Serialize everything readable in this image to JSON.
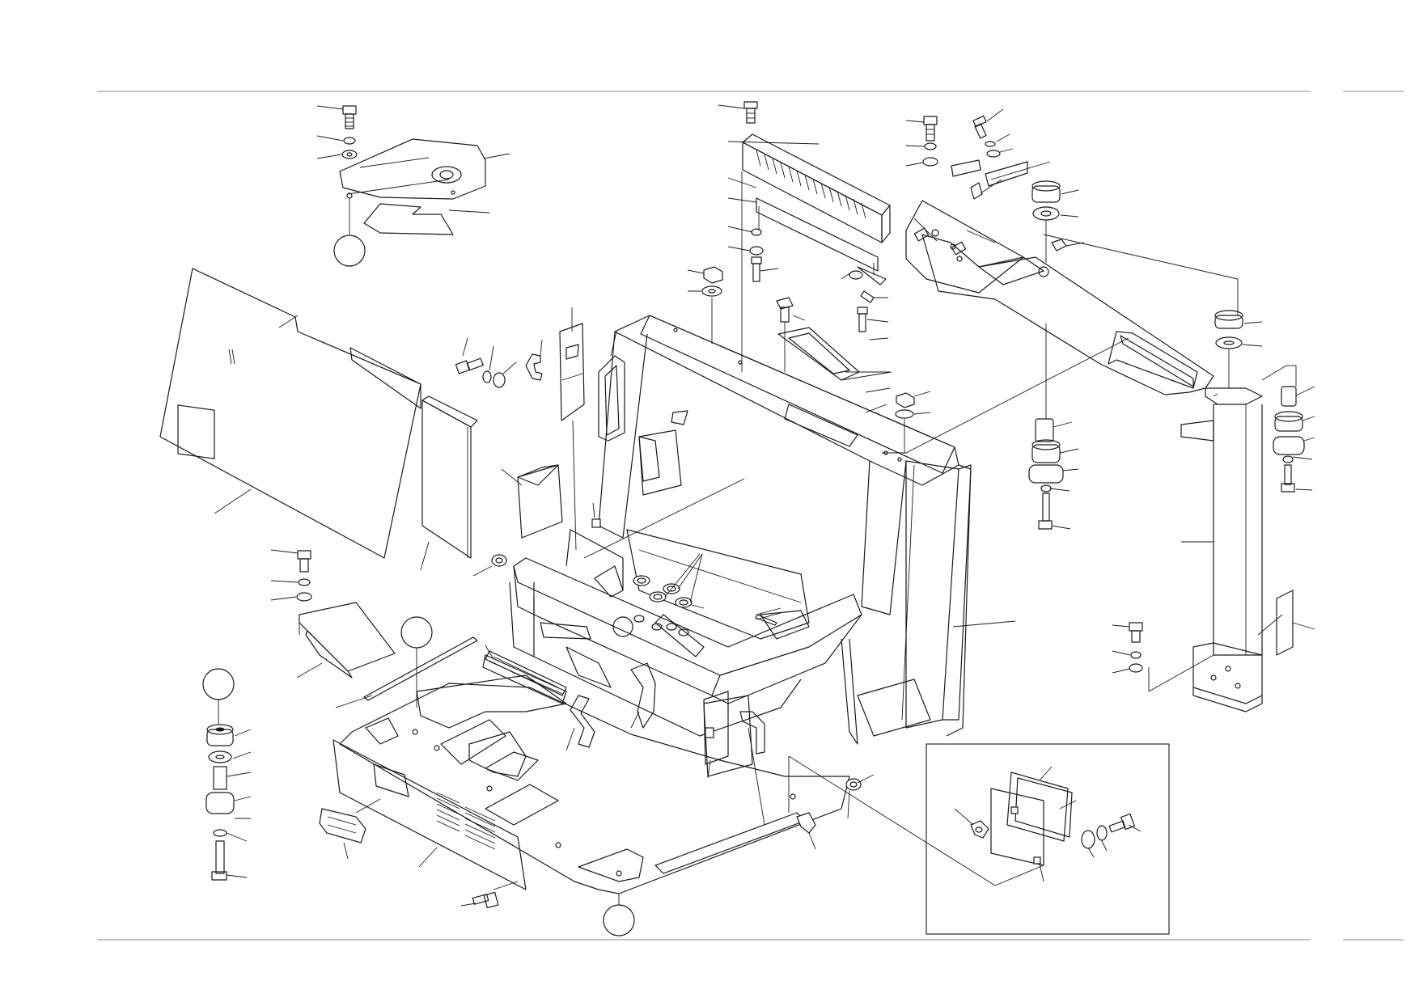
{
  "diagram": {
    "type": "exploded-parts-view",
    "line_color": "#1a1a1a",
    "frame_color": "#888888",
    "background": "#ffffff",
    "reference_balloons": [
      {
        "id": "balloon-top-left-bracket",
        "label": ""
      },
      {
        "id": "balloon-left-mount",
        "label": ""
      },
      {
        "id": "balloon-center-rail",
        "label": ""
      },
      {
        "id": "balloon-bottom-base",
        "label": ""
      }
    ],
    "detail_inset": {
      "id": "detail-inset-panel",
      "label": ""
    }
  }
}
